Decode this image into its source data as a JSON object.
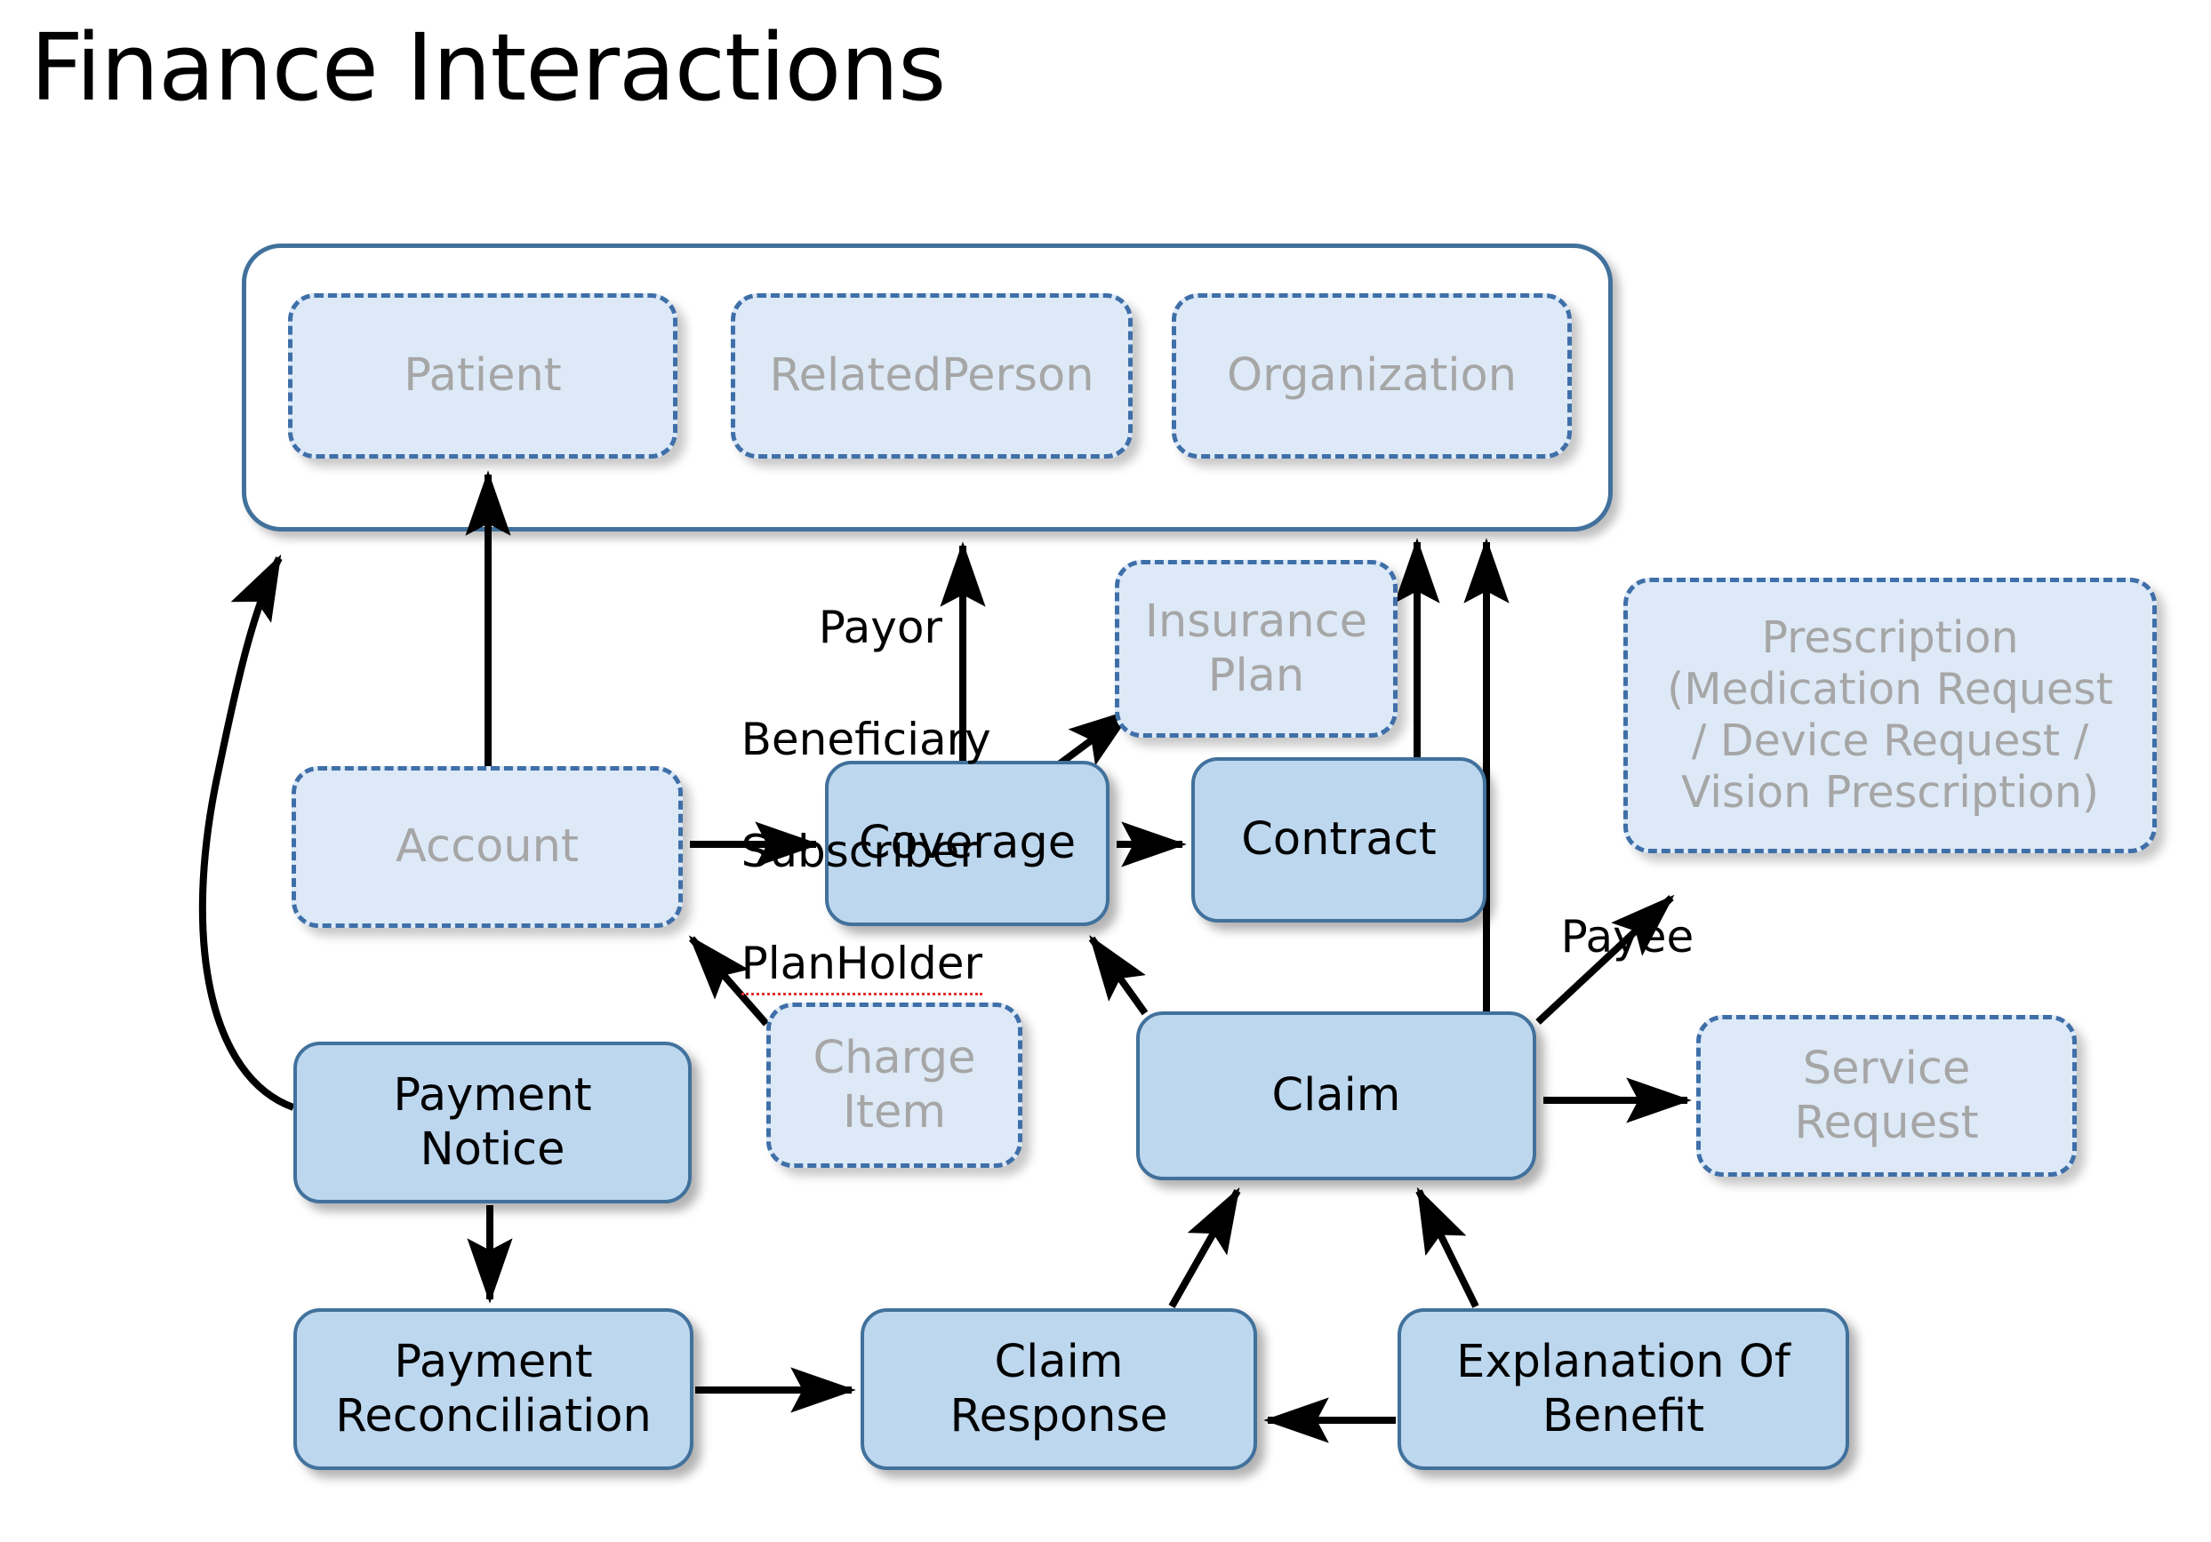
{
  "title": "Finance Interactions",
  "palette": {
    "solid_fill": "#bdd7ee",
    "solid_border": "#41719c",
    "solid_text": "#000000",
    "dashed_fill": "#dde9f7",
    "dashed_border": "#3f6fa8",
    "dashed_text": "#a6a6a6",
    "group_border": "#41719c",
    "arrow": "#000000",
    "background": "#ffffff"
  },
  "actor_group": {
    "name": "actor-container",
    "nodes": [
      {
        "id": "patient",
        "label": "Patient",
        "style": "dashed"
      },
      {
        "id": "relatedperson",
        "label": "RelatedPerson",
        "style": "dashed"
      },
      {
        "id": "organization",
        "label": "Organization",
        "style": "dashed"
      }
    ]
  },
  "nodes": [
    {
      "id": "insuranceplan",
      "label": "Insurance\nPlan",
      "style": "dashed"
    },
    {
      "id": "prescription",
      "label": "Prescription\n(Medication Request\n/ Device Request /\nVision Prescription)",
      "style": "dashed"
    },
    {
      "id": "account",
      "label": "Account",
      "style": "dashed"
    },
    {
      "id": "coverage",
      "label": "Coverage",
      "style": "solid"
    },
    {
      "id": "contract",
      "label": "Contract",
      "style": "solid"
    },
    {
      "id": "chargeitem",
      "label": "Charge\nItem",
      "style": "dashed"
    },
    {
      "id": "paymentnotice",
      "label": "Payment\nNotice",
      "style": "solid"
    },
    {
      "id": "claim",
      "label": "Claim",
      "style": "solid"
    },
    {
      "id": "servicerequest",
      "label": "Service\nRequest",
      "style": "dashed"
    },
    {
      "id": "paymentreconciliation",
      "label": "Payment\nReconciliation",
      "style": "solid"
    },
    {
      "id": "claimresponse",
      "label": "Claim\nResponse",
      "style": "solid"
    },
    {
      "id": "explanationofbenefit",
      "label": "Explanation Of\nBenefit",
      "style": "solid"
    }
  ],
  "edge_labels": {
    "coverage_roles": "Payor\nBeneficiary\nSubscriber\nPlanHolder",
    "coverage_roles_lines": [
      "Payor",
      "Beneficiary",
      "Subscriber",
      "PlanHolder"
    ],
    "claim_payee": "Payee"
  },
  "edges": [
    {
      "from": "account",
      "to": "patient",
      "label": ""
    },
    {
      "from": "account",
      "to": "coverage",
      "label": ""
    },
    {
      "from": "coverage",
      "to": "actor-group",
      "label": "Payor Beneficiary Subscriber PlanHolder"
    },
    {
      "from": "coverage",
      "to": "insuranceplan",
      "label": ""
    },
    {
      "from": "coverage",
      "to": "contract",
      "label": ""
    },
    {
      "from": "contract",
      "to": "organization",
      "label": ""
    },
    {
      "from": "claim",
      "to": "organization",
      "label": "Payee"
    },
    {
      "from": "claim",
      "to": "coverage",
      "label": ""
    },
    {
      "from": "claim",
      "to": "prescription",
      "label": ""
    },
    {
      "from": "claim",
      "to": "servicerequest",
      "label": ""
    },
    {
      "from": "chargeitem",
      "to": "account",
      "label": ""
    },
    {
      "from": "paymentnotice",
      "to": "actor-group",
      "label": ""
    },
    {
      "from": "paymentnotice",
      "to": "paymentreconciliation",
      "label": ""
    },
    {
      "from": "paymentreconciliation",
      "to": "claimresponse",
      "label": ""
    },
    {
      "from": "claimresponse",
      "to": "claim",
      "label": ""
    },
    {
      "from": "explanationofbenefit",
      "to": "claimresponse",
      "label": ""
    },
    {
      "from": "explanationofbenefit",
      "to": "claim",
      "label": ""
    }
  ]
}
